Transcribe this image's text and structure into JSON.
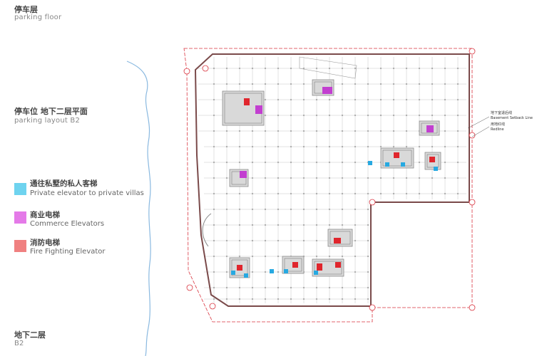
{
  "header": {
    "title_zh": "停车层",
    "title_en": "parking floor"
  },
  "section": {
    "title_zh": "停车位 地下二层平面",
    "title_en": "parking layout B2"
  },
  "legend": [
    {
      "label_zh": "通往私墅的私人客梯",
      "label_en": "Private elevator to private villas",
      "color": "#6ed3ef"
    },
    {
      "label_zh": "商业电梯",
      "label_en": "Commerce Elevators",
      "color": "#e47ae8"
    },
    {
      "label_zh": "消防电梯",
      "label_en": "Fire Fighting Elevator",
      "color": "#f08080"
    }
  ],
  "footer": {
    "title_zh": "地下二层",
    "title_en": "B2"
  },
  "plan": {
    "annotation_setback_zh": "地下室退后线",
    "annotation_setback_en": "Basement Setback Line",
    "annotation_redline_zh": "用地红线",
    "annotation_redline_en": "Redline",
    "colors": {
      "redline": "#d9343f",
      "wall": "#7a4a4a",
      "grid": "#b8b8b8",
      "river": "#8ab9e0",
      "core": "#8a8a8a",
      "private": "#27a9e1",
      "commerce": "#c23fd0",
      "fire": "#e0262d"
    }
  }
}
